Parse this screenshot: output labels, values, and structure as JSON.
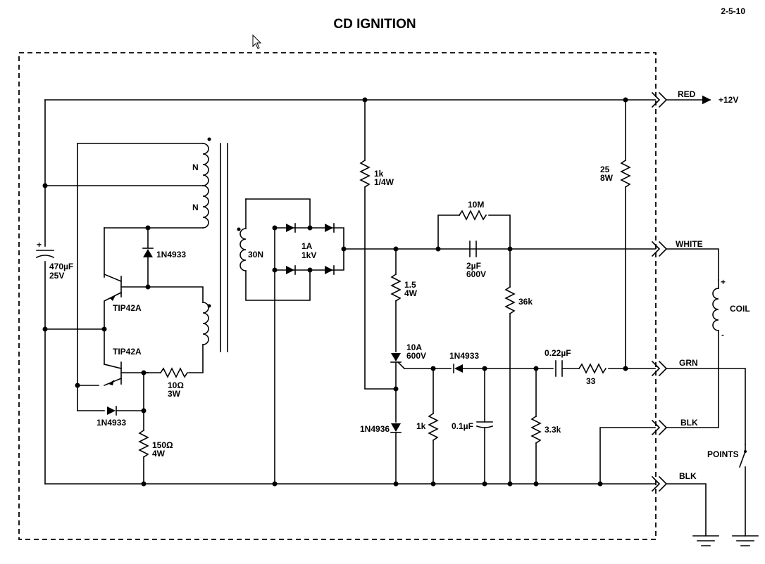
{
  "title": "CD IGNITION",
  "date": "2-5-10",
  "connectors": {
    "red": "RED",
    "plus12v": "+12V",
    "white": "WHITE",
    "grn": "GRN",
    "blk_top": "BLK",
    "blk_bottom": "BLK",
    "coil": "COIL",
    "coil_plus": "+",
    "coil_minus": "-",
    "points": "POINTS"
  },
  "transformer": {
    "primary_top": "N",
    "primary_bottom": "N",
    "secondary": "30N"
  },
  "components": {
    "c_main": [
      "470µF",
      "25V"
    ],
    "c_main_plus": "+",
    "q1": "TIP42A",
    "q2": "TIP42A",
    "d_upper": "1N4933",
    "d_lower": "1N4933",
    "r_10": [
      "10Ω",
      "3W"
    ],
    "r_150": [
      "150Ω",
      "4W"
    ],
    "bridge": [
      "1A",
      "1kV"
    ],
    "r_1k_top": [
      "1k",
      "1/4W"
    ],
    "r_10m": "10M",
    "c_2uf": [
      "2µF",
      "600V"
    ],
    "r_36k": "36k",
    "r_1_5": [
      "1.5",
      "4W"
    ],
    "scr": [
      "10A",
      "600V"
    ],
    "d_1n4933": "1N4933",
    "d_1n4936": "1N4936",
    "r_1k_bottom": "1k",
    "c_0_1": "0.1µF",
    "r_3_3k": "3.3k",
    "c_0_22": "0.22µF",
    "r_33": "33",
    "r_25": [
      "25",
      "8W"
    ]
  }
}
